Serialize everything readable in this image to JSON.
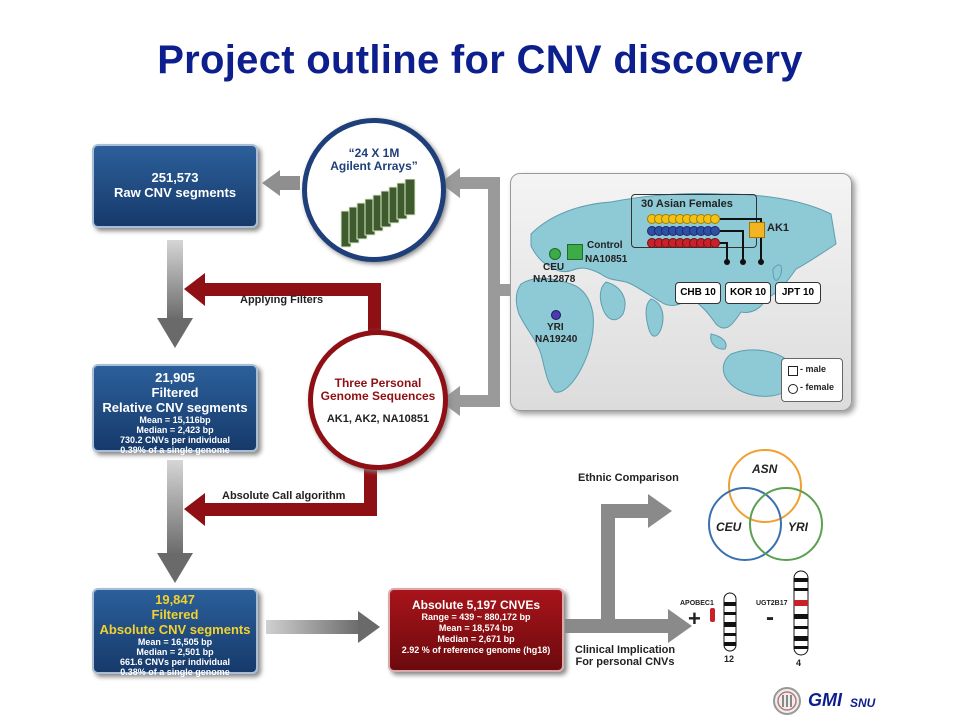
{
  "title": "Project outline for CNV discovery",
  "arrays_circle": {
    "line1": "“24 X 1M",
    "line2": "Agilent Arrays”"
  },
  "raw_box": {
    "count": "251,573",
    "label": "Raw CNV segments"
  },
  "filters_label": "Applying Filters",
  "filtered_box": {
    "count": "21,905",
    "line2": "Filtered",
    "line3": "Relative CNV segments",
    "mean": "Mean = 15,116bp",
    "median": "Median = 2,423 bp",
    "per_ind": "730.2 CNVs per individual",
    "pct": "0.39% of a single genome"
  },
  "genome_circle": {
    "line1": "Three Personal",
    "line2": "Genome Sequences",
    "samples": "AK1, AK2, NA10851"
  },
  "absolute_call_label": "Absolute Call algorithm",
  "absolute_box": {
    "count": "19,847",
    "line2": "Filtered",
    "line3": "Absolute CNV segments",
    "mean": "Mean = 16,505 bp",
    "median": "Median = 2,501 bp",
    "per_ind": "661.6 CNVs per individual",
    "pct": "0.38% of a single genome"
  },
  "cnve_box": {
    "title": "Absolute 5,197 CNVEs",
    "range": "Range = 439 ~ 880,172 bp",
    "mean": "Mean = 18,574 bp",
    "median": "Median = 2,671 bp",
    "pct": "2.92 % of reference genome (hg18)"
  },
  "map": {
    "asian_females": "30 Asian Females",
    "ak1": "AK1",
    "control": "Control",
    "control_id": "NA10851",
    "ceu": "CEU",
    "ceu_id": "NA12878",
    "yri": "YRI",
    "yri_id": "NA19240",
    "chb": "CHB 10",
    "kor": "KOR 10",
    "jpt": "JPT 10",
    "legend_male": "- male",
    "legend_female": "- female"
  },
  "ethnic_label": "Ethnic Comparison",
  "venn": {
    "asn": "ASN",
    "ceu": "CEU",
    "yri": "YRI"
  },
  "clinical_label_1": "Clinical Implication",
  "clinical_label_2": "For personal CNVs",
  "chrom": {
    "gene_left": "APOBEC1",
    "sign_left": "+",
    "num_left": "12",
    "gene_right": "UGT2B17",
    "sign_right": "-",
    "num_right": "4"
  },
  "logo": {
    "gmi": "GMI",
    "snu": "SNU"
  },
  "colors": {
    "title": "#0d1f8c",
    "blue_box": "#1f4a7f",
    "red_box": "#8e1015",
    "asn": "#f0a030",
    "ceu": "#3a70b0",
    "yri": "#5aa050"
  }
}
